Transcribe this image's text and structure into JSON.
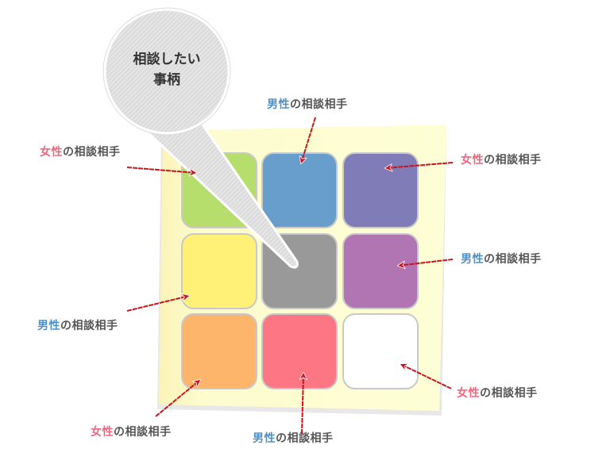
{
  "bubble": {
    "line1": "相談したい",
    "line2": "事柄"
  },
  "colors": {
    "female": "#f0667e",
    "male": "#4d8fc6",
    "text": "#555555",
    "arrow": "#c8151e",
    "paper": "#fdfbcc"
  },
  "tiles": [
    {
      "color": "#b5de6c"
    },
    {
      "color": "#679ecb"
    },
    {
      "color": "#7f7cb7"
    },
    {
      "color": "#fff078"
    },
    {
      "color": "#999999"
    },
    {
      "color": "#b175b4"
    },
    {
      "color": "#fdb56c"
    },
    {
      "color": "#fc7684"
    },
    {
      "color": "#ffffff"
    }
  ],
  "labels": [
    {
      "gender": "女性",
      "rest": "の相談相手",
      "type": "female"
    },
    {
      "gender": "男性",
      "rest": "の相談相手",
      "type": "male"
    },
    {
      "gender": "女性",
      "rest": "の相談相手",
      "type": "female"
    },
    {
      "gender": "男性",
      "rest": "の相談相手",
      "type": "male"
    },
    {
      "gender": "男性",
      "rest": "の相談相手",
      "type": "male"
    },
    {
      "gender": "女性",
      "rest": "の相談相手",
      "type": "female"
    },
    {
      "gender": "女性",
      "rest": "の相談相手",
      "type": "female"
    },
    {
      "gender": "男性",
      "rest": "の相談相手",
      "type": "male"
    }
  ]
}
